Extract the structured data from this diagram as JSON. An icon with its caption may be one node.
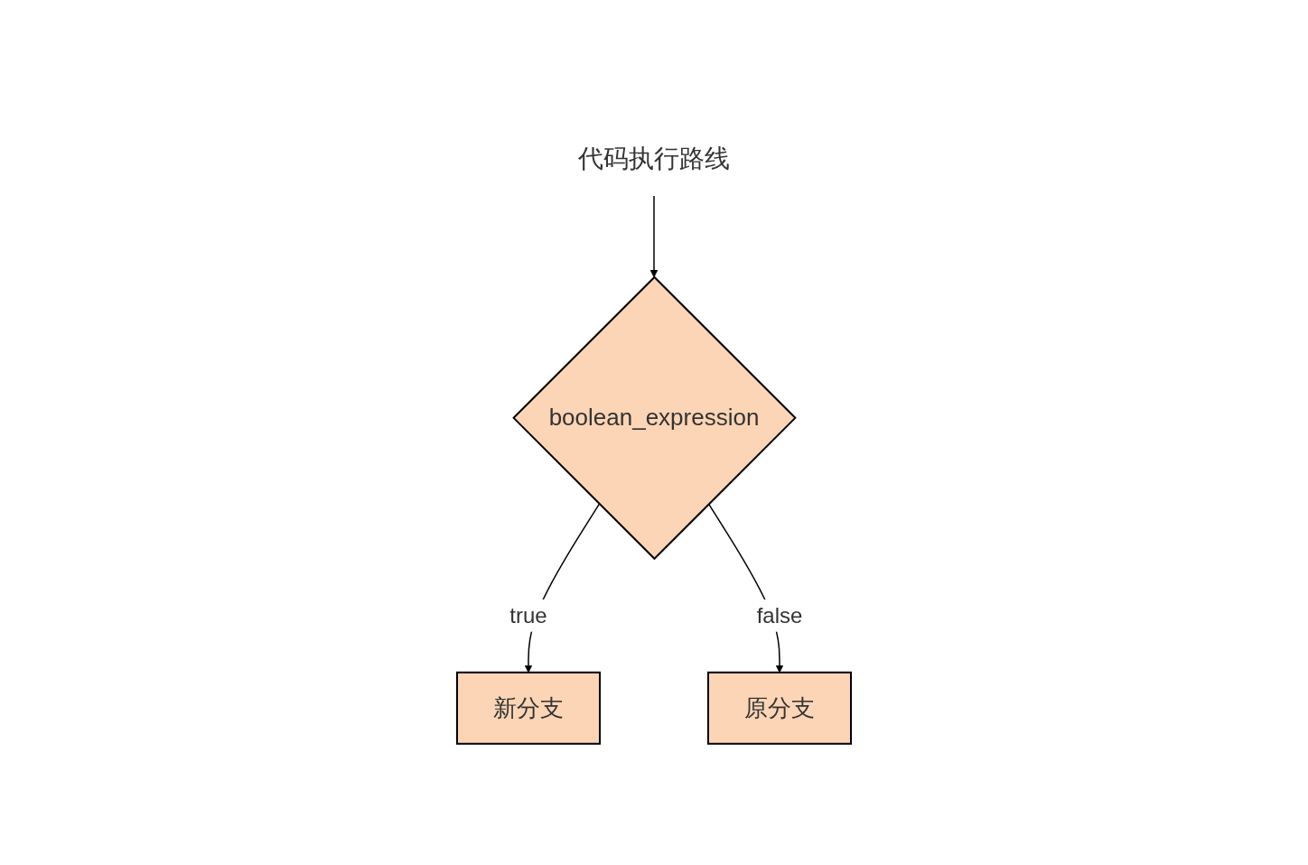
{
  "diagram": {
    "nodes": [
      {
        "text": [
          "代码执行路线"
        ]
      },
      {
        "text": [
          "boolean_expression"
        ]
      },
      {
        "text": [
          "新分支"
        ]
      },
      {
        "text": [
          "原分支"
        ]
      }
    ],
    "edges": [
      {
        "from": 0,
        "to": 1,
        "arrow": "to"
      },
      {
        "from": 1,
        "to": 2,
        "arrow": "to",
        "label": "true"
      },
      {
        "from": 1,
        "to": 3,
        "arrow": "to",
        "label": "false"
      }
    ]
  }
}
